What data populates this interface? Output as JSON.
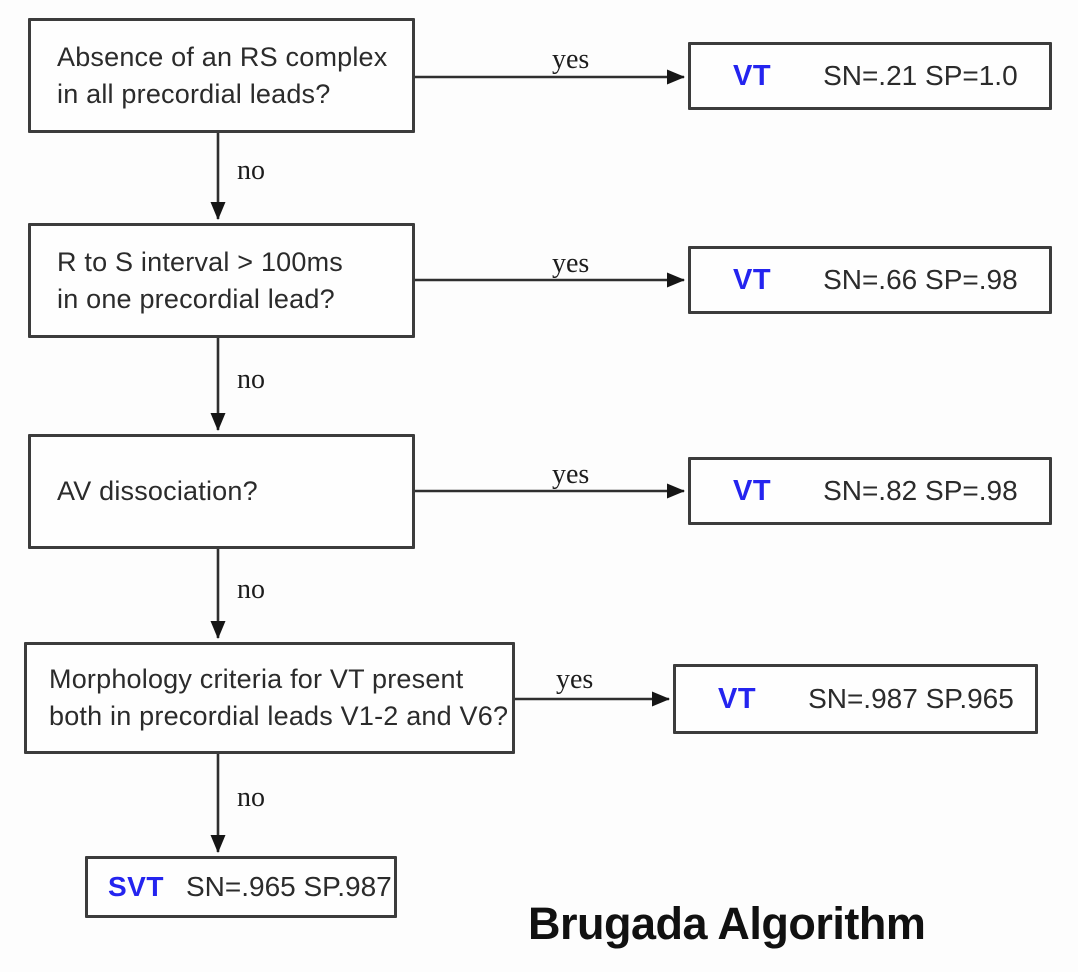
{
  "title": "Brugada Algorithm",
  "colors": {
    "diagnosis_blue": "#2424ef",
    "box_border": "#3c3c3c",
    "text": "#2b2b2b",
    "background": "#fdfdfd"
  },
  "flow": {
    "steps": [
      {
        "question": [
          "Absence of an RS complex",
          "in all precordial leads?"
        ],
        "yes_label": "yes",
        "no_label": "no",
        "result": {
          "diagnosis": "VT",
          "stats": "SN=.21 SP=1.0"
        }
      },
      {
        "question": [
          "R to S interval > 100ms",
          "in one precordial lead?"
        ],
        "yes_label": "yes",
        "no_label": "no",
        "result": {
          "diagnosis": "VT",
          "stats": "SN=.66 SP=.98"
        }
      },
      {
        "question": [
          "AV dissociation?",
          ""
        ],
        "yes_label": "yes",
        "no_label": "no",
        "result": {
          "diagnosis": "VT",
          "stats": "SN=.82 SP=.98"
        }
      },
      {
        "question": [
          "Morphology criteria for VT present",
          "both in precordial leads V1-2 and V6?"
        ],
        "yes_label": "yes",
        "no_label": "no",
        "result": {
          "diagnosis": "VT",
          "stats": "SN=.987 SP.965"
        }
      }
    ],
    "final_result": {
      "diagnosis": "SVT",
      "stats": "SN=.965 SP.987"
    }
  }
}
